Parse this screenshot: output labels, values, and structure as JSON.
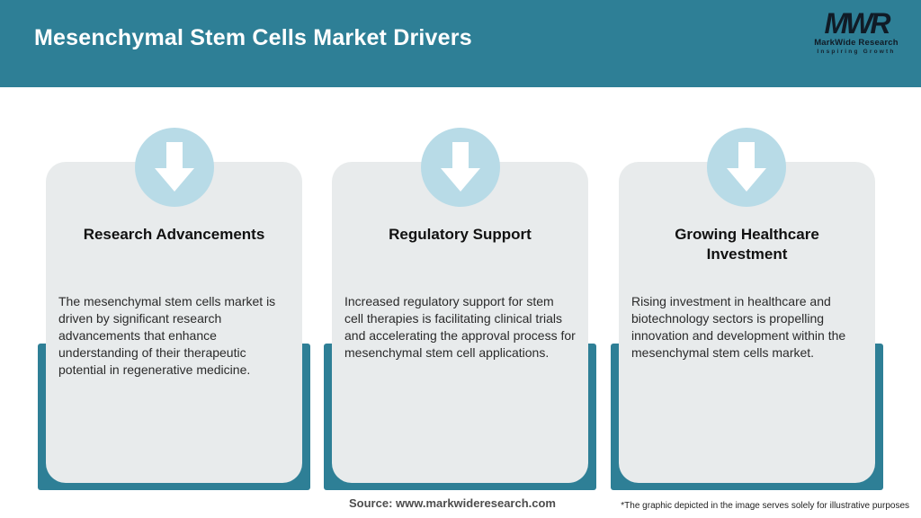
{
  "header": {
    "title": "Mesenchymal Stem Cells Market Drivers",
    "logo": {
      "acronym": "MWR",
      "name": "MarkWide Research",
      "tagline": "Inspiring Growth"
    }
  },
  "cards": [
    {
      "icon": "down-arrow-icon",
      "title": "Research Advancements",
      "description": "The mesenchymal stem cells market is driven by significant research advancements that enhance understanding of their therapeutic potential in regenerative medicine."
    },
    {
      "icon": "down-arrow-icon",
      "title": "Regulatory Support",
      "description": "Increased regulatory support for stem cell therapies is facilitating clinical trials and accelerating the approval process for mesenchymal stem cell applications."
    },
    {
      "icon": "down-arrow-icon",
      "title": "Growing Healthcare Investment",
      "description": "Rising investment in healthcare and biotechnology sectors is propelling innovation and development within the mesenchymal stem cells market."
    }
  ],
  "footer": {
    "source": "Source: www.markwideresearch.com",
    "disclaimer": "*The graphic depicted in the image serves solely for illustrative purposes"
  },
  "colors": {
    "header_teal": "#2e7f96",
    "backdrop_teal": "#2e7f96",
    "circle_blue": "#b8dbe7",
    "card_gray": "#e8ebec",
    "arrow_white": "#ffffff"
  }
}
